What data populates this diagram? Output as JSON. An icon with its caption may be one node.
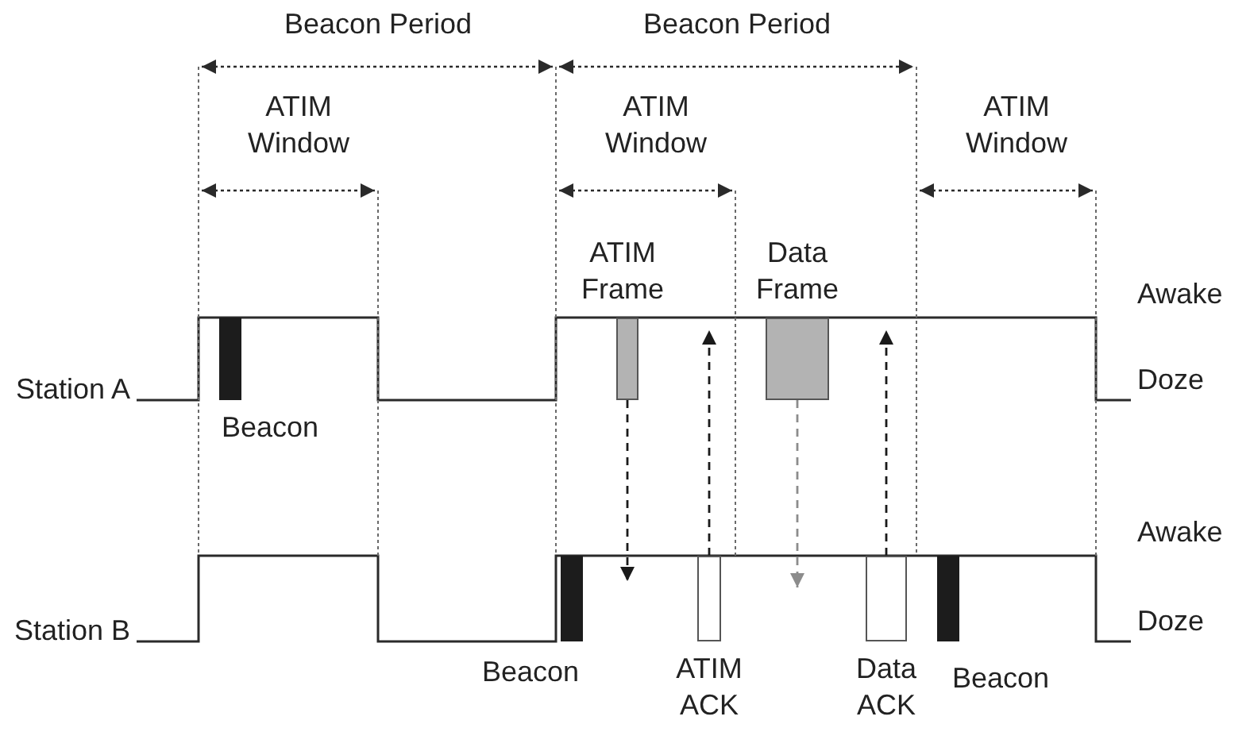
{
  "diagram": {
    "nodes": [
      {
        "text": [
          "Beacon"
        ]
      },
      {
        "text": [
          "ATIM Frame"
        ]
      },
      {
        "text": [
          "Data Frame"
        ]
      },
      {
        "text": [
          "Beacon"
        ]
      },
      {
        "text": [
          "ATIM ACK"
        ]
      },
      {
        "text": [
          "Data ACK"
        ]
      },
      {
        "text": [
          "Beacon"
        ]
      }
    ],
    "edges": [
      {
        "from": 1,
        "to": null,
        "arrow": "to",
        "style": "dashed"
      },
      {
        "from": 4,
        "to": null,
        "arrow": "to",
        "style": "dashed"
      },
      {
        "from": 2,
        "to": null,
        "arrow": "to",
        "style": "dashed",
        "color": "#8c8c8c"
      },
      {
        "from": 5,
        "to": null,
        "arrow": "to",
        "style": "dashed"
      }
    ],
    "labels": [
      "Beacon Period",
      "Beacon Period",
      "ATIM Window",
      "ATIM Window",
      "ATIM Window",
      "Awake",
      "Station A",
      "Doze",
      "Awake",
      "Station B",
      "Doze"
    ]
  }
}
